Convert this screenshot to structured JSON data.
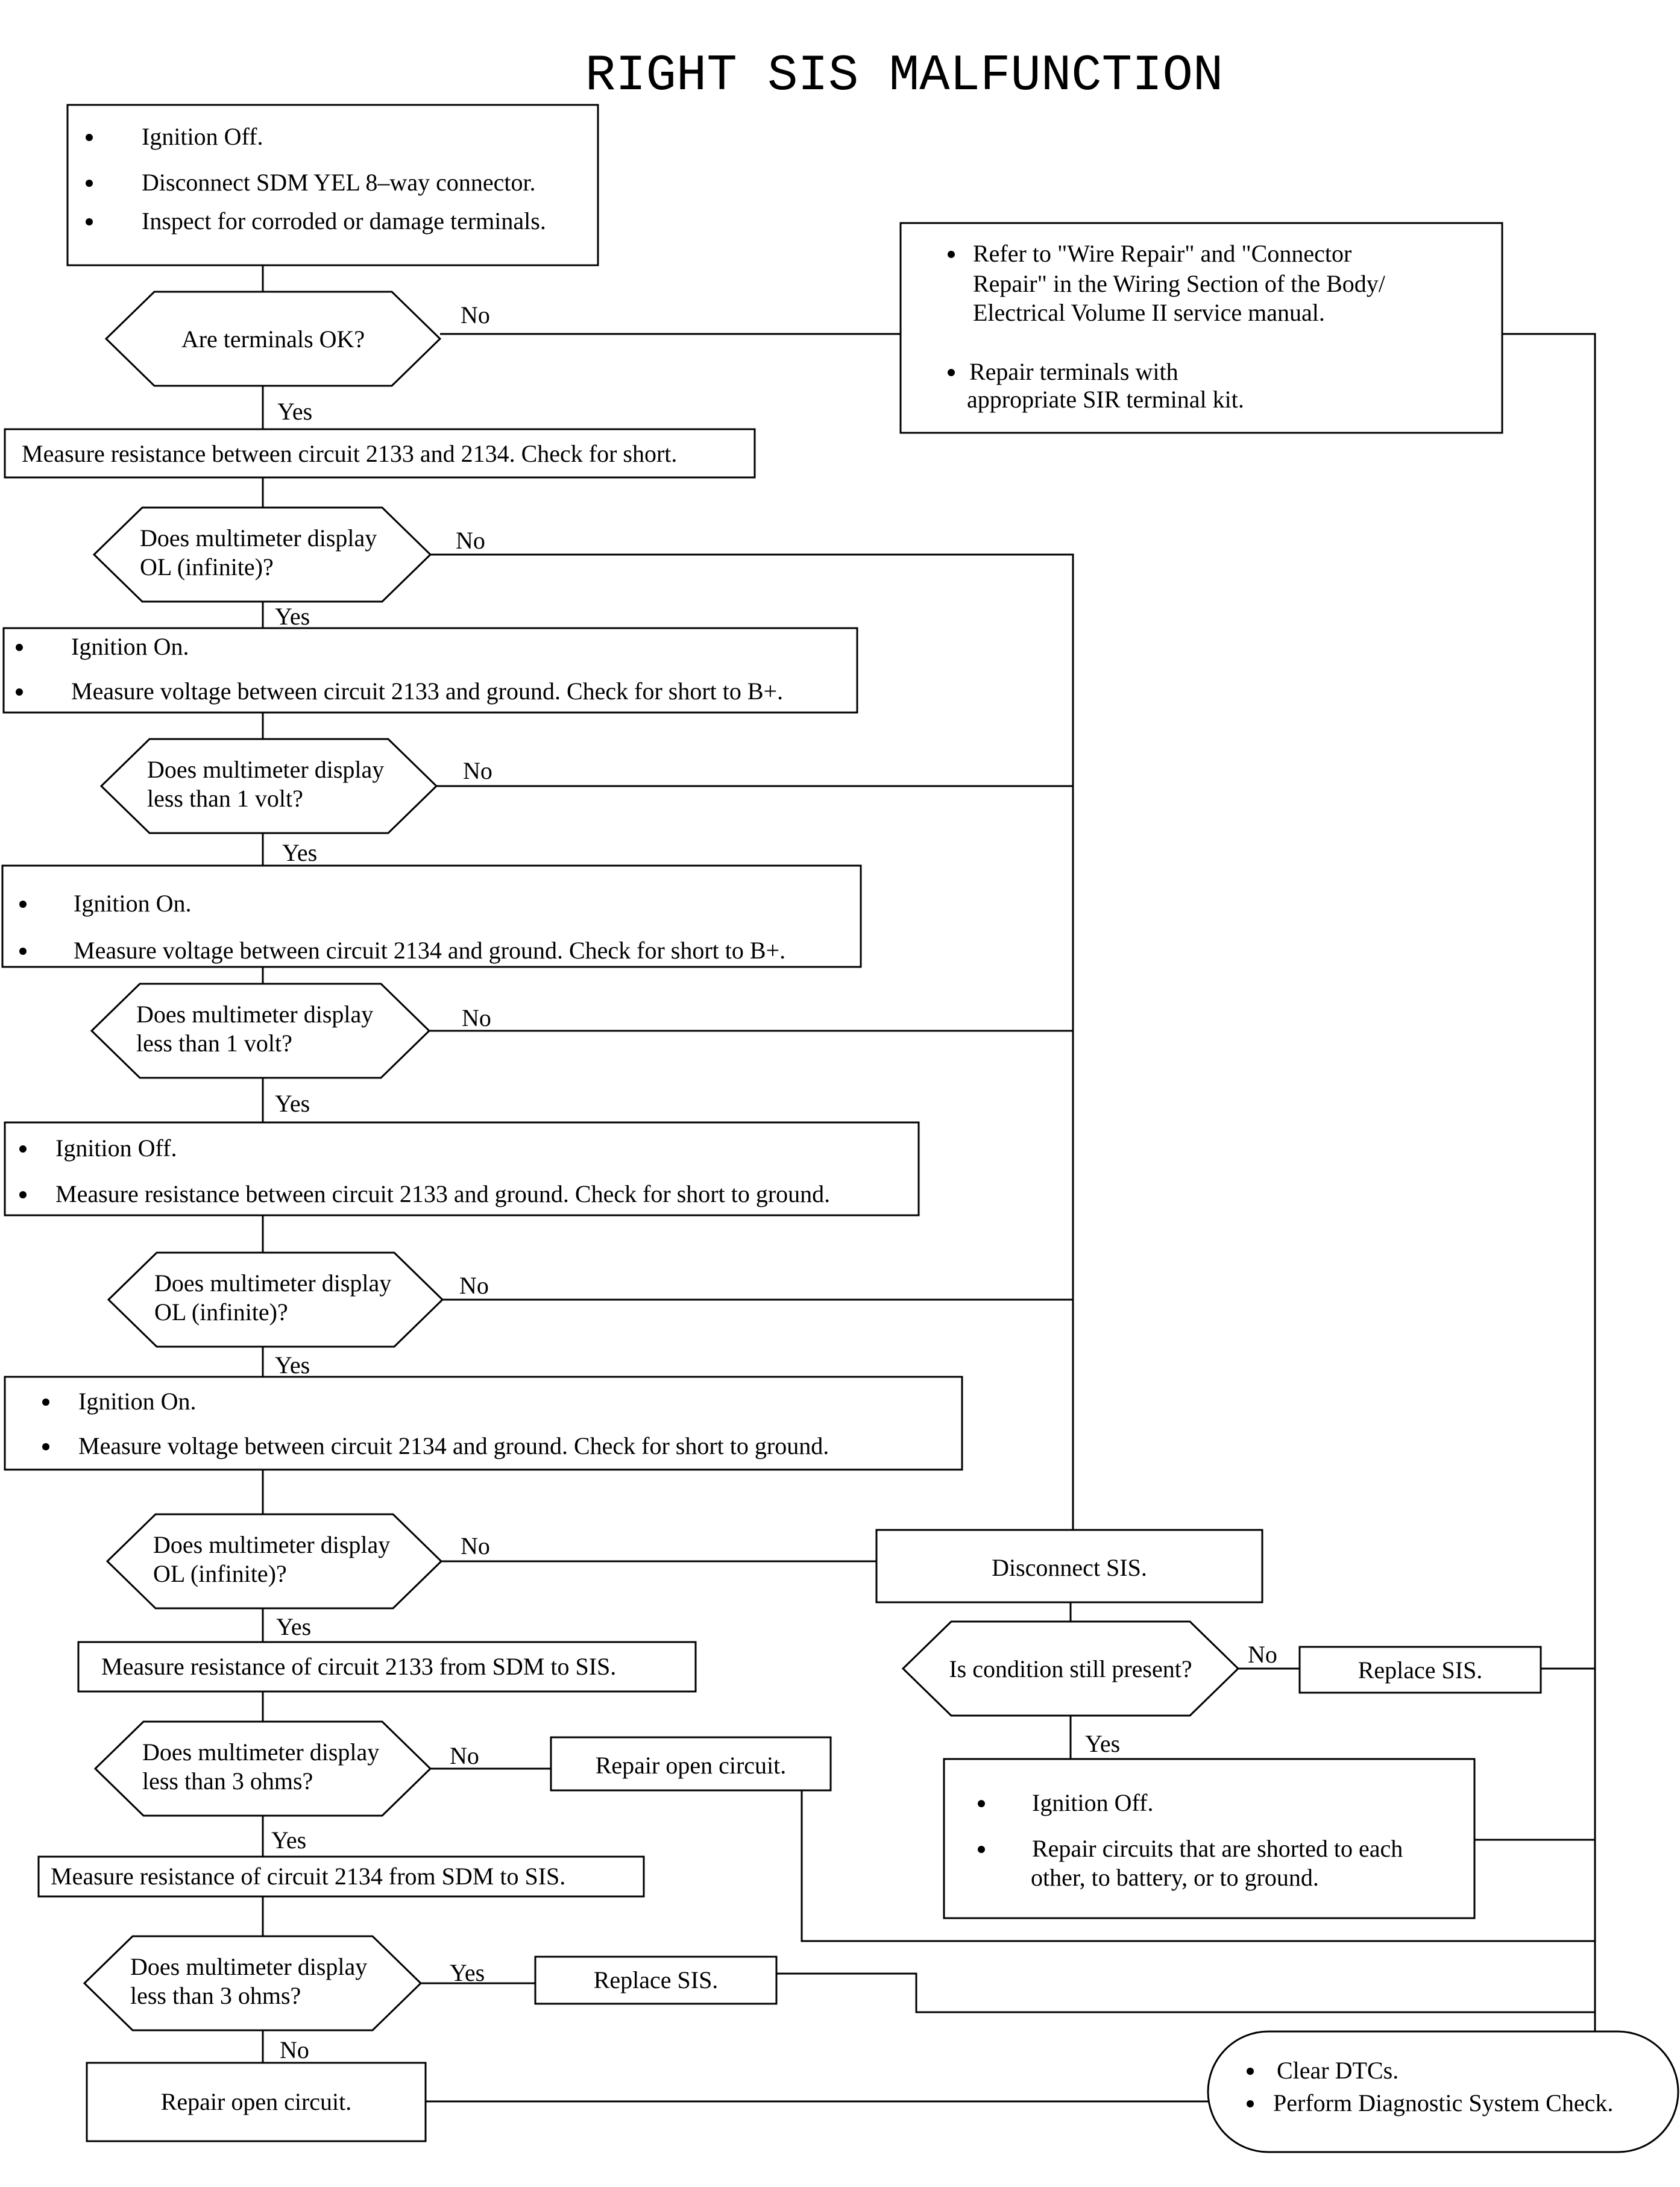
{
  "title": "RIGHT SIS MALFUNCTION",
  "labels": {
    "yes": "Yes",
    "no": "No"
  },
  "nodes": {
    "step1": [
      "Ignition Off.",
      "Disconnect SDM YEL 8–way connector.",
      "Inspect for corroded or damage terminals."
    ],
    "q1": [
      "Are terminals OK?"
    ],
    "repair_terminals": [
      "Refer to \"Wire Repair\" and \"Connector",
      "Repair\" in the Wiring Section of the Body/",
      "Electrical Volume II service manual.",
      "Repair terminals with",
      "appropriate SIR terminal kit."
    ],
    "step2": [
      "Measure resistance between circuit 2133 and 2134.  Check for short."
    ],
    "q2": [
      "Does multimeter display",
      "OL (infinite)?"
    ],
    "step3": [
      "Ignition On.",
      "Measure voltage between circuit 2133 and ground.  Check for short to B+."
    ],
    "q3": [
      "Does multimeter display",
      "less than 1 volt?"
    ],
    "step4": [
      "Ignition On.",
      "Measure voltage between circuit 2134 and ground.  Check for short to B+."
    ],
    "q4": [
      "Does multimeter display",
      "less than 1 volt?"
    ],
    "step5": [
      "Ignition Off.",
      "Measure resistance between circuit 2133 and ground.  Check for short to ground."
    ],
    "q5": [
      "Does multimeter display",
      "OL (infinite)?"
    ],
    "step6": [
      "Ignition On.",
      "Measure voltage between circuit 2134  and ground.  Check for short to ground."
    ],
    "q6": [
      "Does multimeter display",
      "OL (infinite)?"
    ],
    "disconnect_sis": [
      "Disconnect SIS."
    ],
    "q_condition": [
      "Is condition still present?"
    ],
    "replace_sis_1": [
      "Replace SIS."
    ],
    "repair_shorts": [
      "Ignition Off.",
      "Repair circuits that are shorted to each",
      "other, to battery, or to ground."
    ],
    "step7": [
      "Measure resistance of circuit 2133 from  SDM to SIS."
    ],
    "q7": [
      "Does multimeter display",
      "less than 3 ohms?"
    ],
    "repair_open_1": [
      "Repair open circuit."
    ],
    "step8": [
      "Measure resistance of circuit 2134 from SDM to SIS."
    ],
    "q8": [
      "Does multimeter display",
      "less than 3 ohms?"
    ],
    "replace_sis_2": [
      "Replace SIS."
    ],
    "repair_open_2": [
      "Repair open circuit."
    ],
    "final": [
      "Clear DTCs.",
      "Perform Diagnostic System Check."
    ]
  }
}
